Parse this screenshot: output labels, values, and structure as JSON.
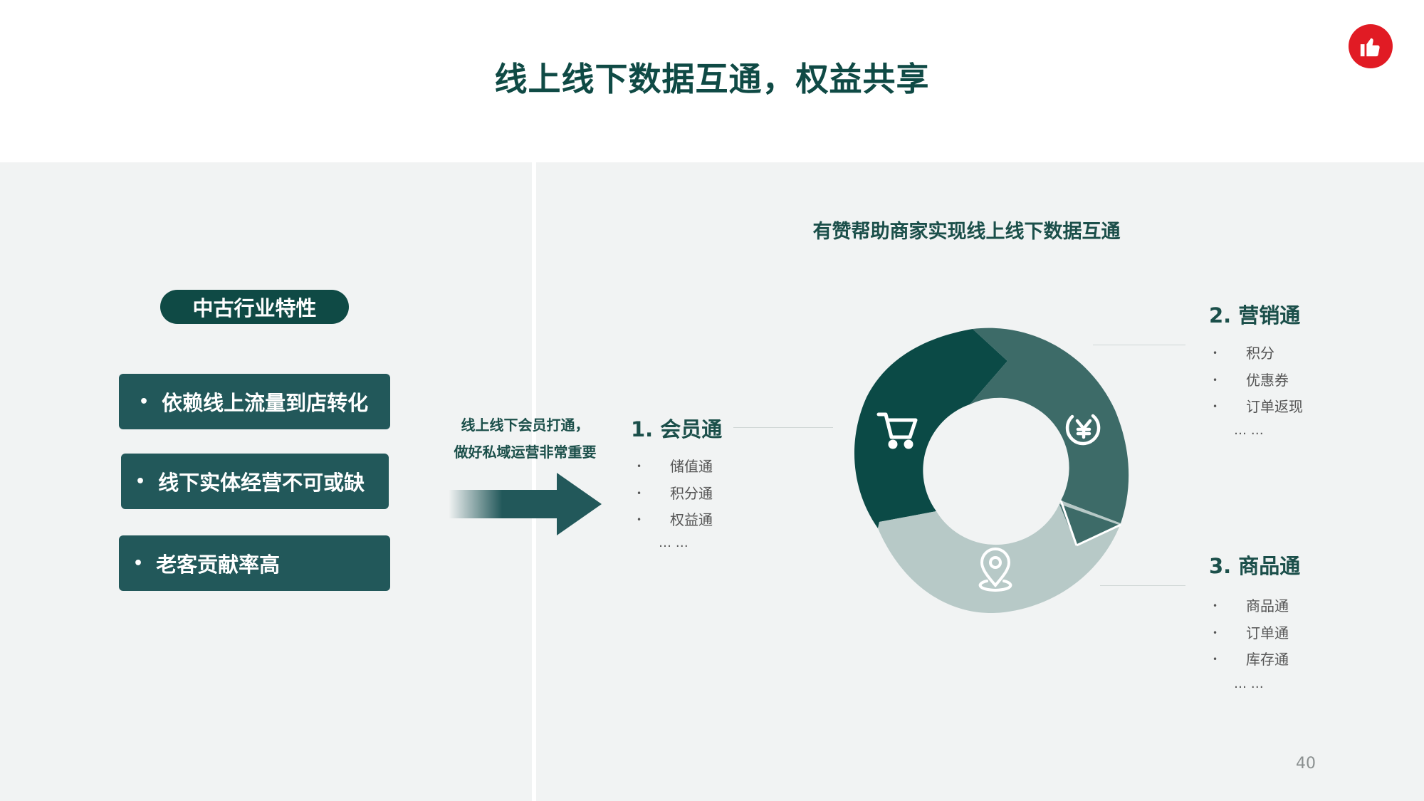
{
  "slide": {
    "title": "线上线下数据互通，权益共享",
    "page_number": "40"
  },
  "brand": {
    "logo_icon": "thumbs-up-icon",
    "logo_color": "#e11b24"
  },
  "left": {
    "pill_label": "中古行业特性",
    "features": [
      {
        "bullet": "•",
        "text": "依赖线上流量到店转化"
      },
      {
        "bullet": "•",
        "text": "线下实体经营不可或缺"
      },
      {
        "bullet": "•",
        "text": "老客贡献率高"
      }
    ]
  },
  "arrow": {
    "caption_line1": "线上线下会员打通，",
    "caption_line2": "做好私域运营非常重要"
  },
  "right": {
    "heading": "有赞帮助商家实现线上线下数据互通",
    "sections": [
      {
        "title": "1. 会员通",
        "items": [
          "储值通",
          "积分通",
          "权益通"
        ],
        "more": "… …",
        "icon": "shopping-cart-icon"
      },
      {
        "title": "2. 营销通",
        "items": [
          "积分",
          "优惠券",
          "订单返现"
        ],
        "more": "… …",
        "icon": "yuan-coin-icon"
      },
      {
        "title": "3. 商品通",
        "items": [
          "商品通",
          "订单通",
          "库存通"
        ],
        "more": "… …",
        "icon": "location-pin-icon"
      }
    ],
    "bullet_char": "•"
  },
  "colors": {
    "primary": "#0f4a45",
    "feature": "#22585a",
    "segment_dark": "#0b4a46",
    "segment_mid": "#3d6b68",
    "segment_light": "#b7c9c7",
    "panel_bg": "#f1f3f3"
  }
}
